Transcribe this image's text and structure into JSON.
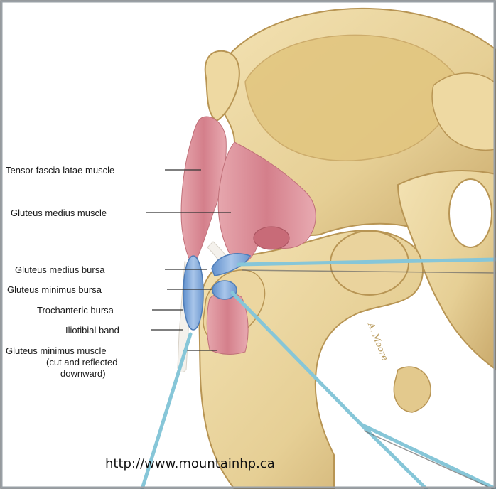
{
  "labels": {
    "tensor": "Tensor fascia latae muscle",
    "medius_muscle": "Gluteus medius muscle",
    "medius_bursa": "Gluteus medius bursa",
    "minimus_bursa": "Gluteus minimus bursa",
    "trochanteric": "Trochanteric bursa",
    "itband": "Iliotibial band",
    "minimus_muscle_1": "Gluteus minimus muscle",
    "minimus_muscle_2": "(cut and reflected",
    "minimus_muscle_3": "downward)"
  },
  "watermark": "http://www.mountainhp.ca",
  "signature": "A. Moore",
  "colors": {
    "bone": "#e9d39c",
    "bone_shadow": "#c7a86a",
    "muscle": "#d98b95",
    "tendon": "#f4f1ec",
    "bursa": "#7fa6d6",
    "pointer": "#86c6d8",
    "border": "#9aa0a6"
  }
}
